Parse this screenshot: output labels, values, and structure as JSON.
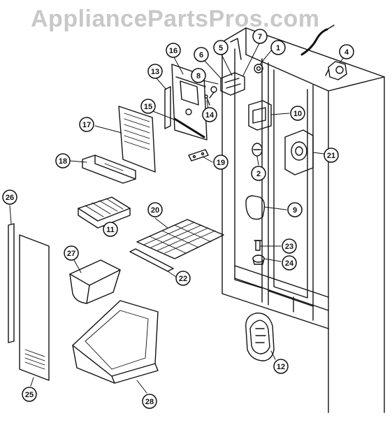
{
  "watermark": "AppliancePartsPros.com",
  "callouts": [
    {
      "id": "c1",
      "label": "1"
    },
    {
      "id": "c2",
      "label": "2"
    },
    {
      "id": "c4",
      "label": "4"
    },
    {
      "id": "c5",
      "label": "5"
    },
    {
      "id": "c6",
      "label": "6"
    },
    {
      "id": "c7",
      "label": "7"
    },
    {
      "id": "c8",
      "label": "8"
    },
    {
      "id": "c9",
      "label": "9"
    },
    {
      "id": "c10",
      "label": "10"
    },
    {
      "id": "c11",
      "label": "11"
    },
    {
      "id": "c12",
      "label": "12"
    },
    {
      "id": "c13",
      "label": "13"
    },
    {
      "id": "c14",
      "label": "14"
    },
    {
      "id": "c15",
      "label": "15"
    },
    {
      "id": "c16",
      "label": "16"
    },
    {
      "id": "c17",
      "label": "17"
    },
    {
      "id": "c18",
      "label": "18"
    },
    {
      "id": "c19",
      "label": "19"
    },
    {
      "id": "c20",
      "label": "20"
    },
    {
      "id": "c21",
      "label": "21"
    },
    {
      "id": "c22",
      "label": "22"
    },
    {
      "id": "c23",
      "label": "23"
    },
    {
      "id": "c24",
      "label": "24"
    },
    {
      "id": "c25",
      "label": "25"
    },
    {
      "id": "c26",
      "label": "26"
    },
    {
      "id": "c27",
      "label": "27"
    },
    {
      "id": "c28",
      "label": "28"
    }
  ]
}
